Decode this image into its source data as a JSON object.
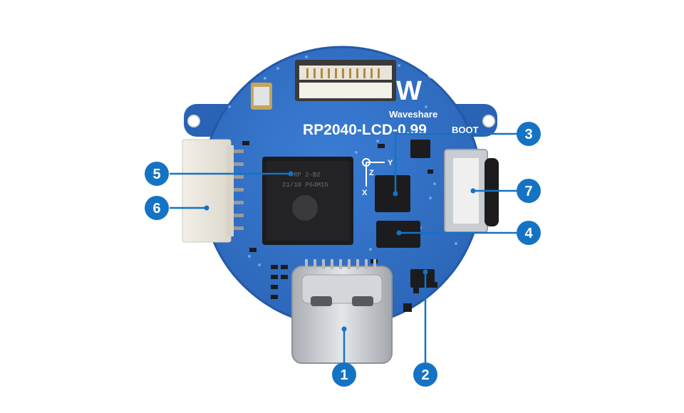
{
  "board": {
    "model_label": "RP2040-LCD-0.99",
    "brand_label": "Waveshare",
    "logo_text": "W",
    "registered_mark": "®",
    "boot_label": "BOOT",
    "axis_x": "X",
    "axis_y": "Y",
    "axis_z": "Z",
    "chip_marking_1": "RP 2-B2",
    "chip_marking_2": "21/10 P64M15"
  },
  "callouts": [
    {
      "number": "1"
    },
    {
      "number": "2"
    },
    {
      "number": "3"
    },
    {
      "number": "4"
    },
    {
      "number": "5"
    },
    {
      "number": "6"
    },
    {
      "number": "7"
    }
  ],
  "colors": {
    "pcb": "#2f6fc7",
    "pcb_edge": "#2459a8",
    "callout": "#1573c4",
    "chip": "#1c1c1e",
    "metal": "#c9ccd0",
    "connector": "#eae6dc"
  }
}
